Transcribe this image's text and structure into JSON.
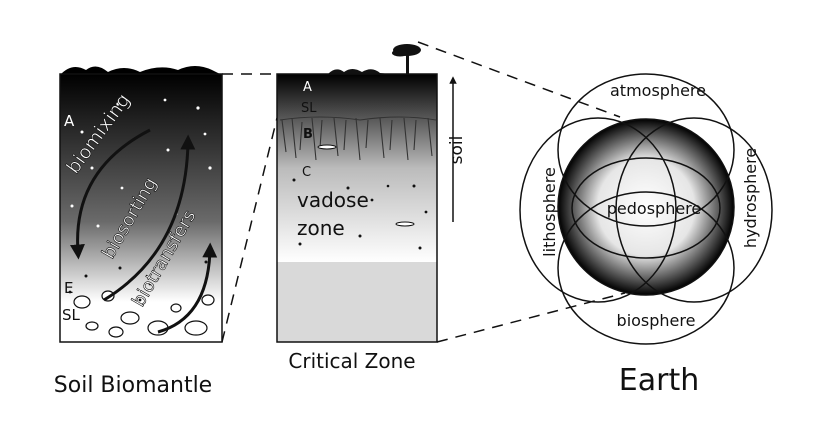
{
  "panels": {
    "biomantle": {
      "caption": "Soil Biomantle",
      "horizons": {
        "a": "A",
        "e": "E",
        "sl": "SL"
      },
      "processes": {
        "biomixing": "biomixing",
        "biosorting": "biosorting",
        "biotransfers": "biotransfers"
      }
    },
    "critical_zone": {
      "caption": "Critical Zone",
      "horizons": {
        "a": "A",
        "sl": "SL",
        "b": "B",
        "c": "C"
      },
      "vadose_line1": "vadose",
      "vadose_line2": "zone",
      "soil_label": "soil"
    },
    "earth": {
      "caption": "Earth",
      "spheres": {
        "atmosphere": "atmosphere",
        "lithosphere": "lithosphere",
        "hydrosphere": "hydrosphere",
        "pedosphere": "pedosphere",
        "biosphere": "biosphere"
      }
    }
  },
  "colors": {
    "ink": "#111111",
    "bedrock": "#d9d9d9"
  }
}
